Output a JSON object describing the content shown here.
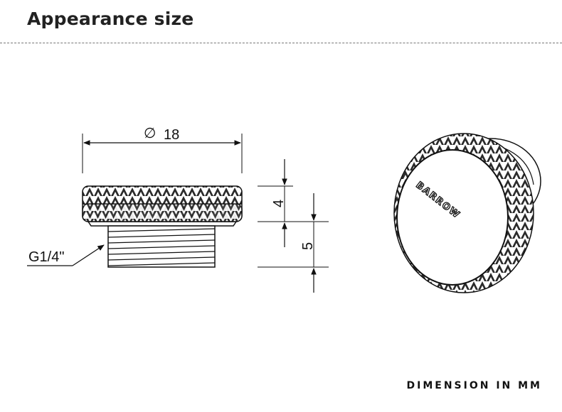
{
  "header": {
    "title": "Appearance size"
  },
  "dimensions": {
    "diameter_symbol": "∅",
    "diameter_value": "18",
    "thread_label": "G1/4\"",
    "cap_height": "4",
    "thread_height": "5"
  },
  "brand": {
    "logo_text": "BARROW"
  },
  "footer": {
    "units_note": "DIMENSION IN MM"
  }
}
